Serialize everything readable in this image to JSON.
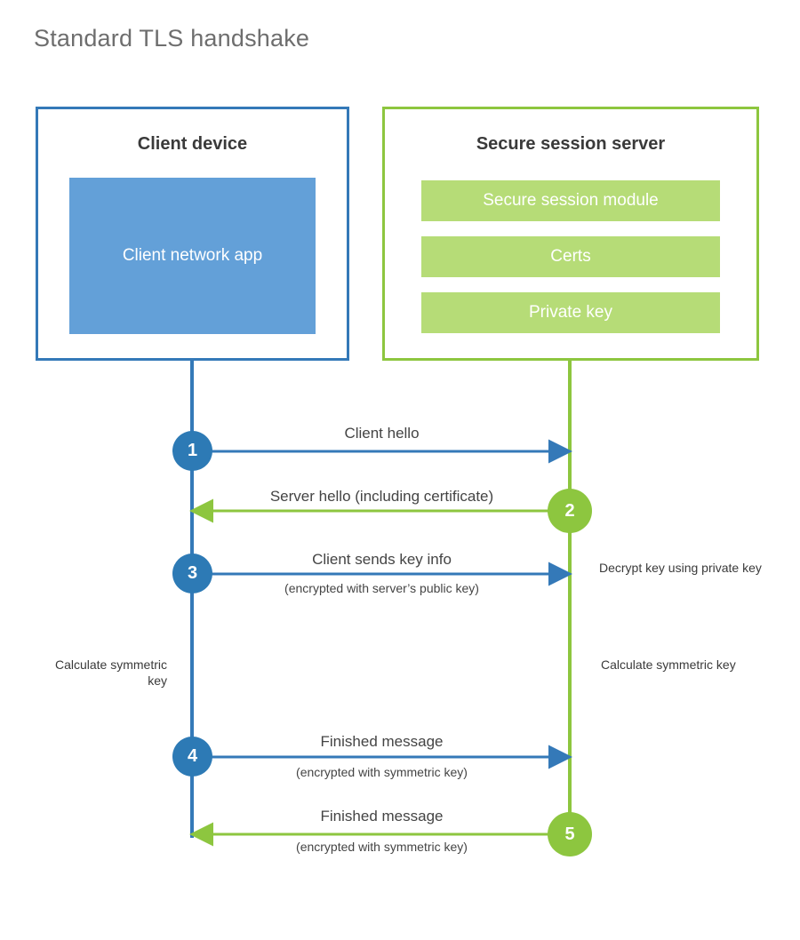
{
  "title": "Standard TLS handshake",
  "colors": {
    "client_border": "#3479b8",
    "client_fill": "#63a0d8",
    "server_border": "#8dc63f",
    "server_fill": "#b6dc77",
    "client_accent": "#2d7ab5",
    "server_accent": "#8dc63f",
    "text": "#444444",
    "title_text": "#6e6e6e"
  },
  "client": {
    "title": "Client device",
    "app_label": "Client network app"
  },
  "server": {
    "title": "Secure session server",
    "components": [
      {
        "label": "Secure session module"
      },
      {
        "label": "Certs"
      },
      {
        "label": "Private key"
      }
    ]
  },
  "steps": [
    {
      "number": "1",
      "direction": "client-to-server",
      "primary": "Client hello",
      "secondary": ""
    },
    {
      "number": "2",
      "direction": "server-to-client",
      "primary": "Server hello (including certificate)",
      "secondary": ""
    },
    {
      "number": "3",
      "direction": "client-to-server",
      "primary": "Client sends key info",
      "secondary": "(encrypted with server’s public key)"
    },
    {
      "number": "4",
      "direction": "client-to-server",
      "primary": "Finished message",
      "secondary": "(encrypted with symmetric key)"
    },
    {
      "number": "5",
      "direction": "server-to-client",
      "primary": "Finished message",
      "secondary": "(encrypted with symmetric key)"
    }
  ],
  "annotations": {
    "decrypt_key": "Decrypt key using private key",
    "calculate_symmetric_key_client": "Calculate symmetric key",
    "calculate_symmetric_key_server": "Calculate symmetric key"
  }
}
